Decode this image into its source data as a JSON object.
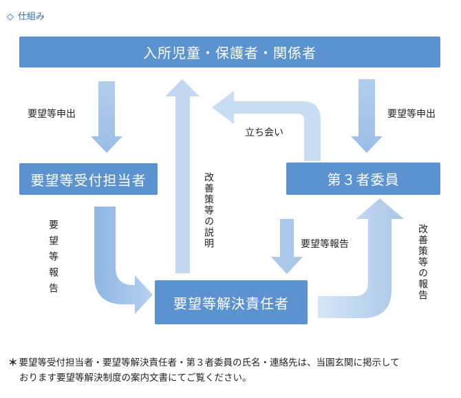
{
  "heading": {
    "marker": "◇",
    "text": "仕組み"
  },
  "nodes": {
    "top": "入所児童・保護者・関係者",
    "receptionist": "要望等受付担当者",
    "third_party": "第３者委員",
    "resolver": "要望等解決責任者"
  },
  "edge_labels": {
    "request_left": "要望等申出",
    "request_right": "要望等申出",
    "attendance": "立ち会い",
    "report_to_resolver": "要望等報告",
    "report_down": "要望等報告",
    "explanation": "改善策等の説明",
    "improvement_report": "改善策等の報告"
  },
  "footnote": {
    "mark": "＊",
    "line1": "要望等受付担当者・要望等解決責任者・第３者委員の氏名・連絡先は、当園玄関に掲示して",
    "line2": "おります要望等解決制度の案内文書にてご覧ください。"
  },
  "colors": {
    "box": "#5b93d1",
    "arrow_light": "#b9d2ee",
    "arrow_mid": "#a9c6e8",
    "heading": "#2f6cb5"
  }
}
